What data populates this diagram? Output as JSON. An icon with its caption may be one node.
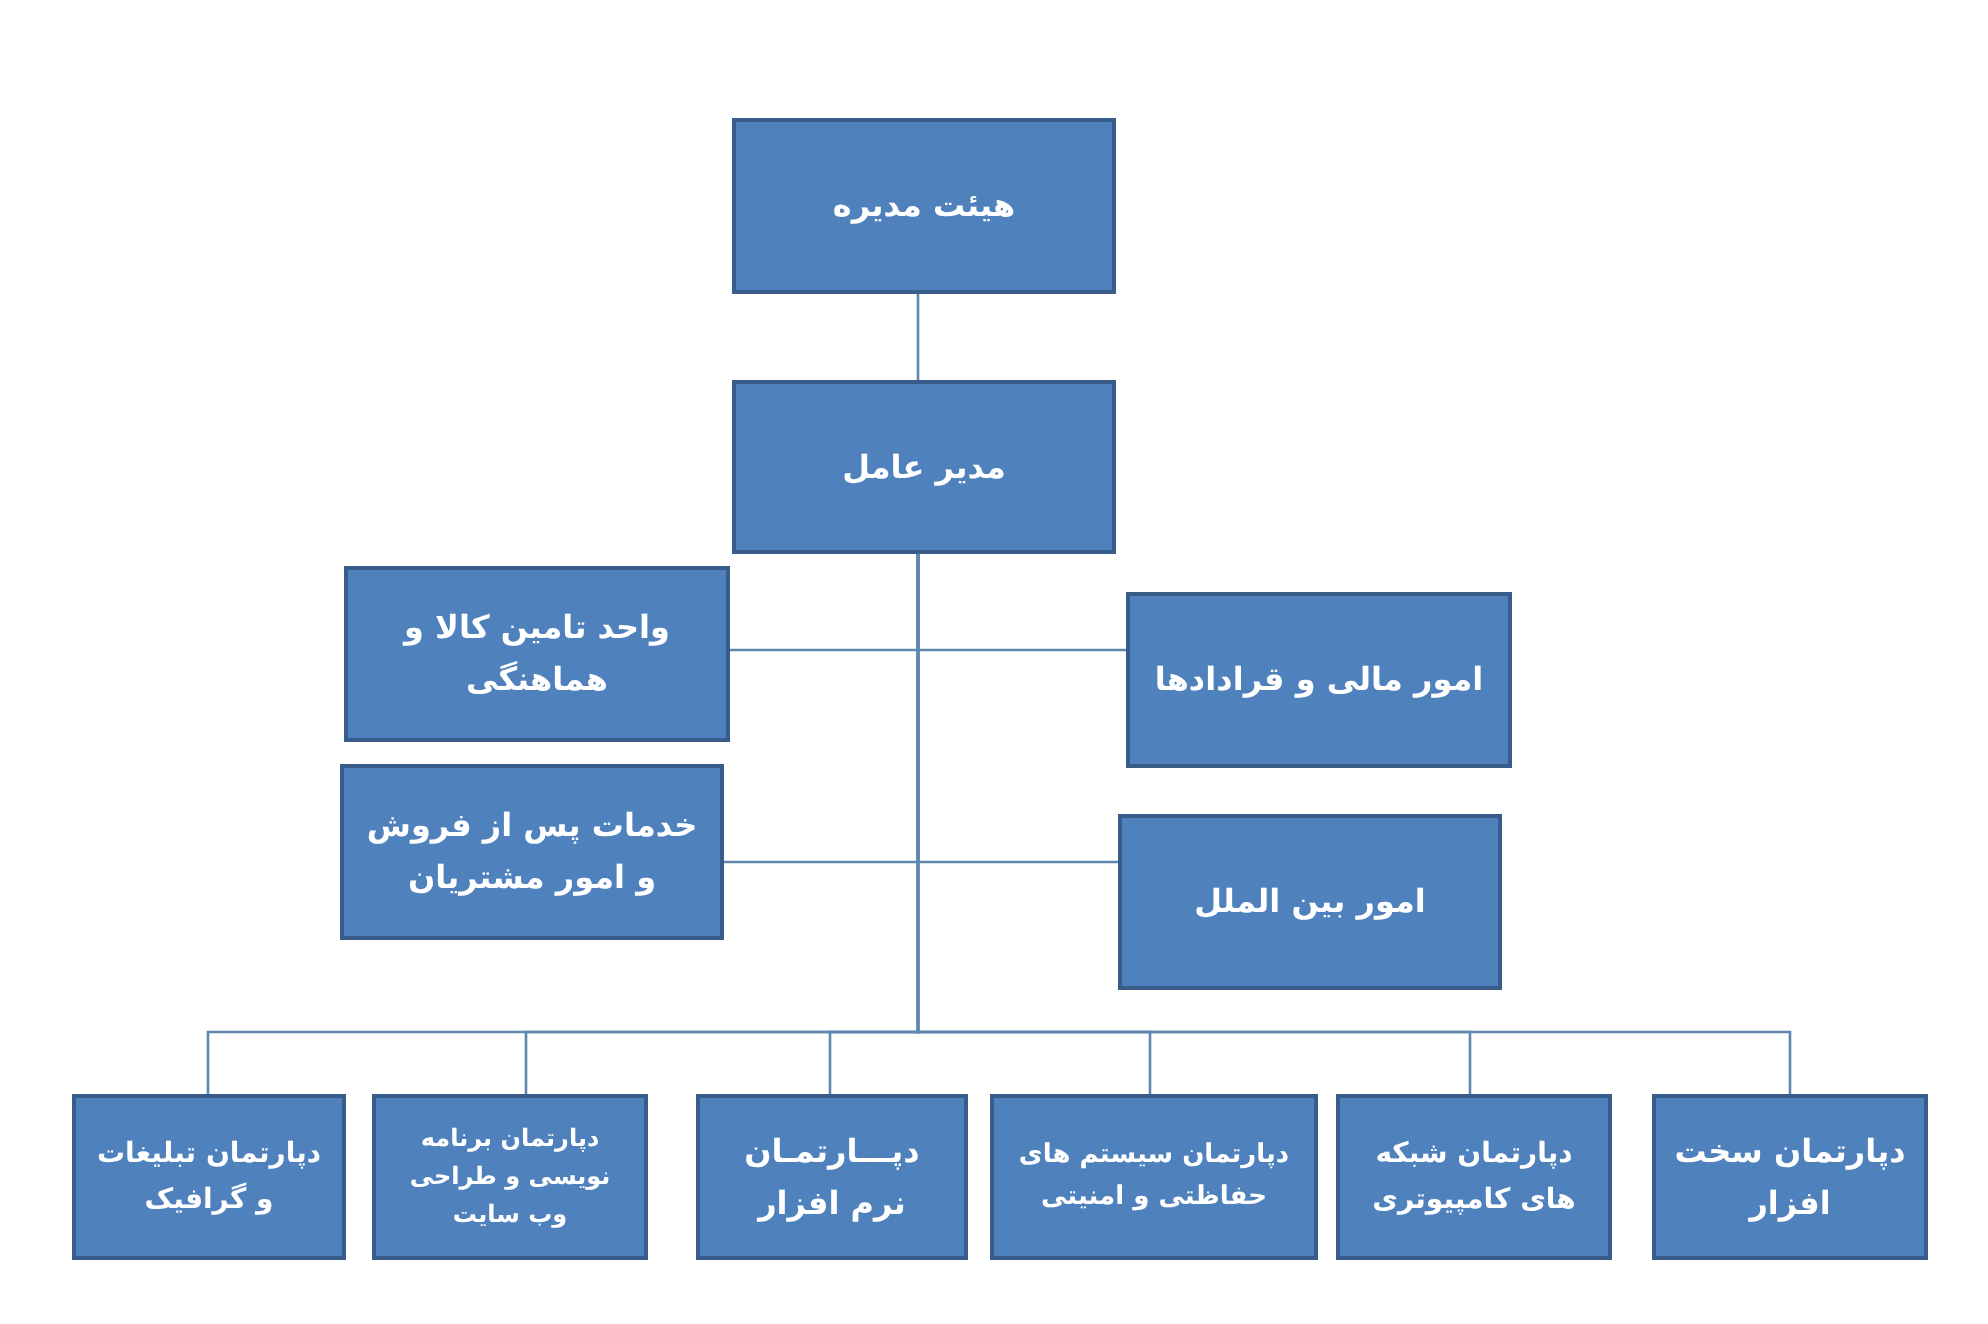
{
  "diagram": {
    "nodes": [
      {
        "text": [
          "هیئت مدیره"
        ]
      },
      {
        "text": [
          "مدیر عامل"
        ]
      },
      {
        "text": [
          "واحد تامین کالا و هماهنگی"
        ]
      },
      {
        "text": [
          "امور مالی و قرادادها"
        ]
      },
      {
        "text": [
          "خدمات پس از فروش و امور مشتریان"
        ]
      },
      {
        "text": [
          "امور بین الملل"
        ]
      },
      {
        "text": [
          "دپارتمان تبلیغات و گرافیک"
        ]
      },
      {
        "text": [
          "دپارتمان برنامه نویسی و طراحی وب سایت"
        ]
      },
      {
        "text": [
          "دپـــارتمـان نرم افزار"
        ]
      },
      {
        "text": [
          "دپارتمان سیستم های حفاظتی و امنیتی"
        ]
      },
      {
        "text": [
          "دپارتمان شبکه های کامپیوتری"
        ]
      },
      {
        "text": [
          "دپارتمان سخت افزار"
        ]
      }
    ],
    "edges": [
      {
        "from": 0,
        "to": 1,
        "arrow": "none"
      },
      {
        "from": 1,
        "to": 2,
        "arrow": "none"
      },
      {
        "from": 1,
        "to": 3,
        "arrow": "none"
      },
      {
        "from": 1,
        "to": 4,
        "arrow": "none"
      },
      {
        "from": 1,
        "to": 5,
        "arrow": "none"
      },
      {
        "from": 1,
        "to": 6,
        "arrow": "none"
      },
      {
        "from": 1,
        "to": 7,
        "arrow": "none"
      },
      {
        "from": 1,
        "to": 8,
        "arrow": "none"
      },
      {
        "from": 1,
        "to": 9,
        "arrow": "none"
      },
      {
        "from": 1,
        "to": 10,
        "arrow": "none"
      },
      {
        "from": 1,
        "to": 11,
        "arrow": "none"
      }
    ]
  }
}
